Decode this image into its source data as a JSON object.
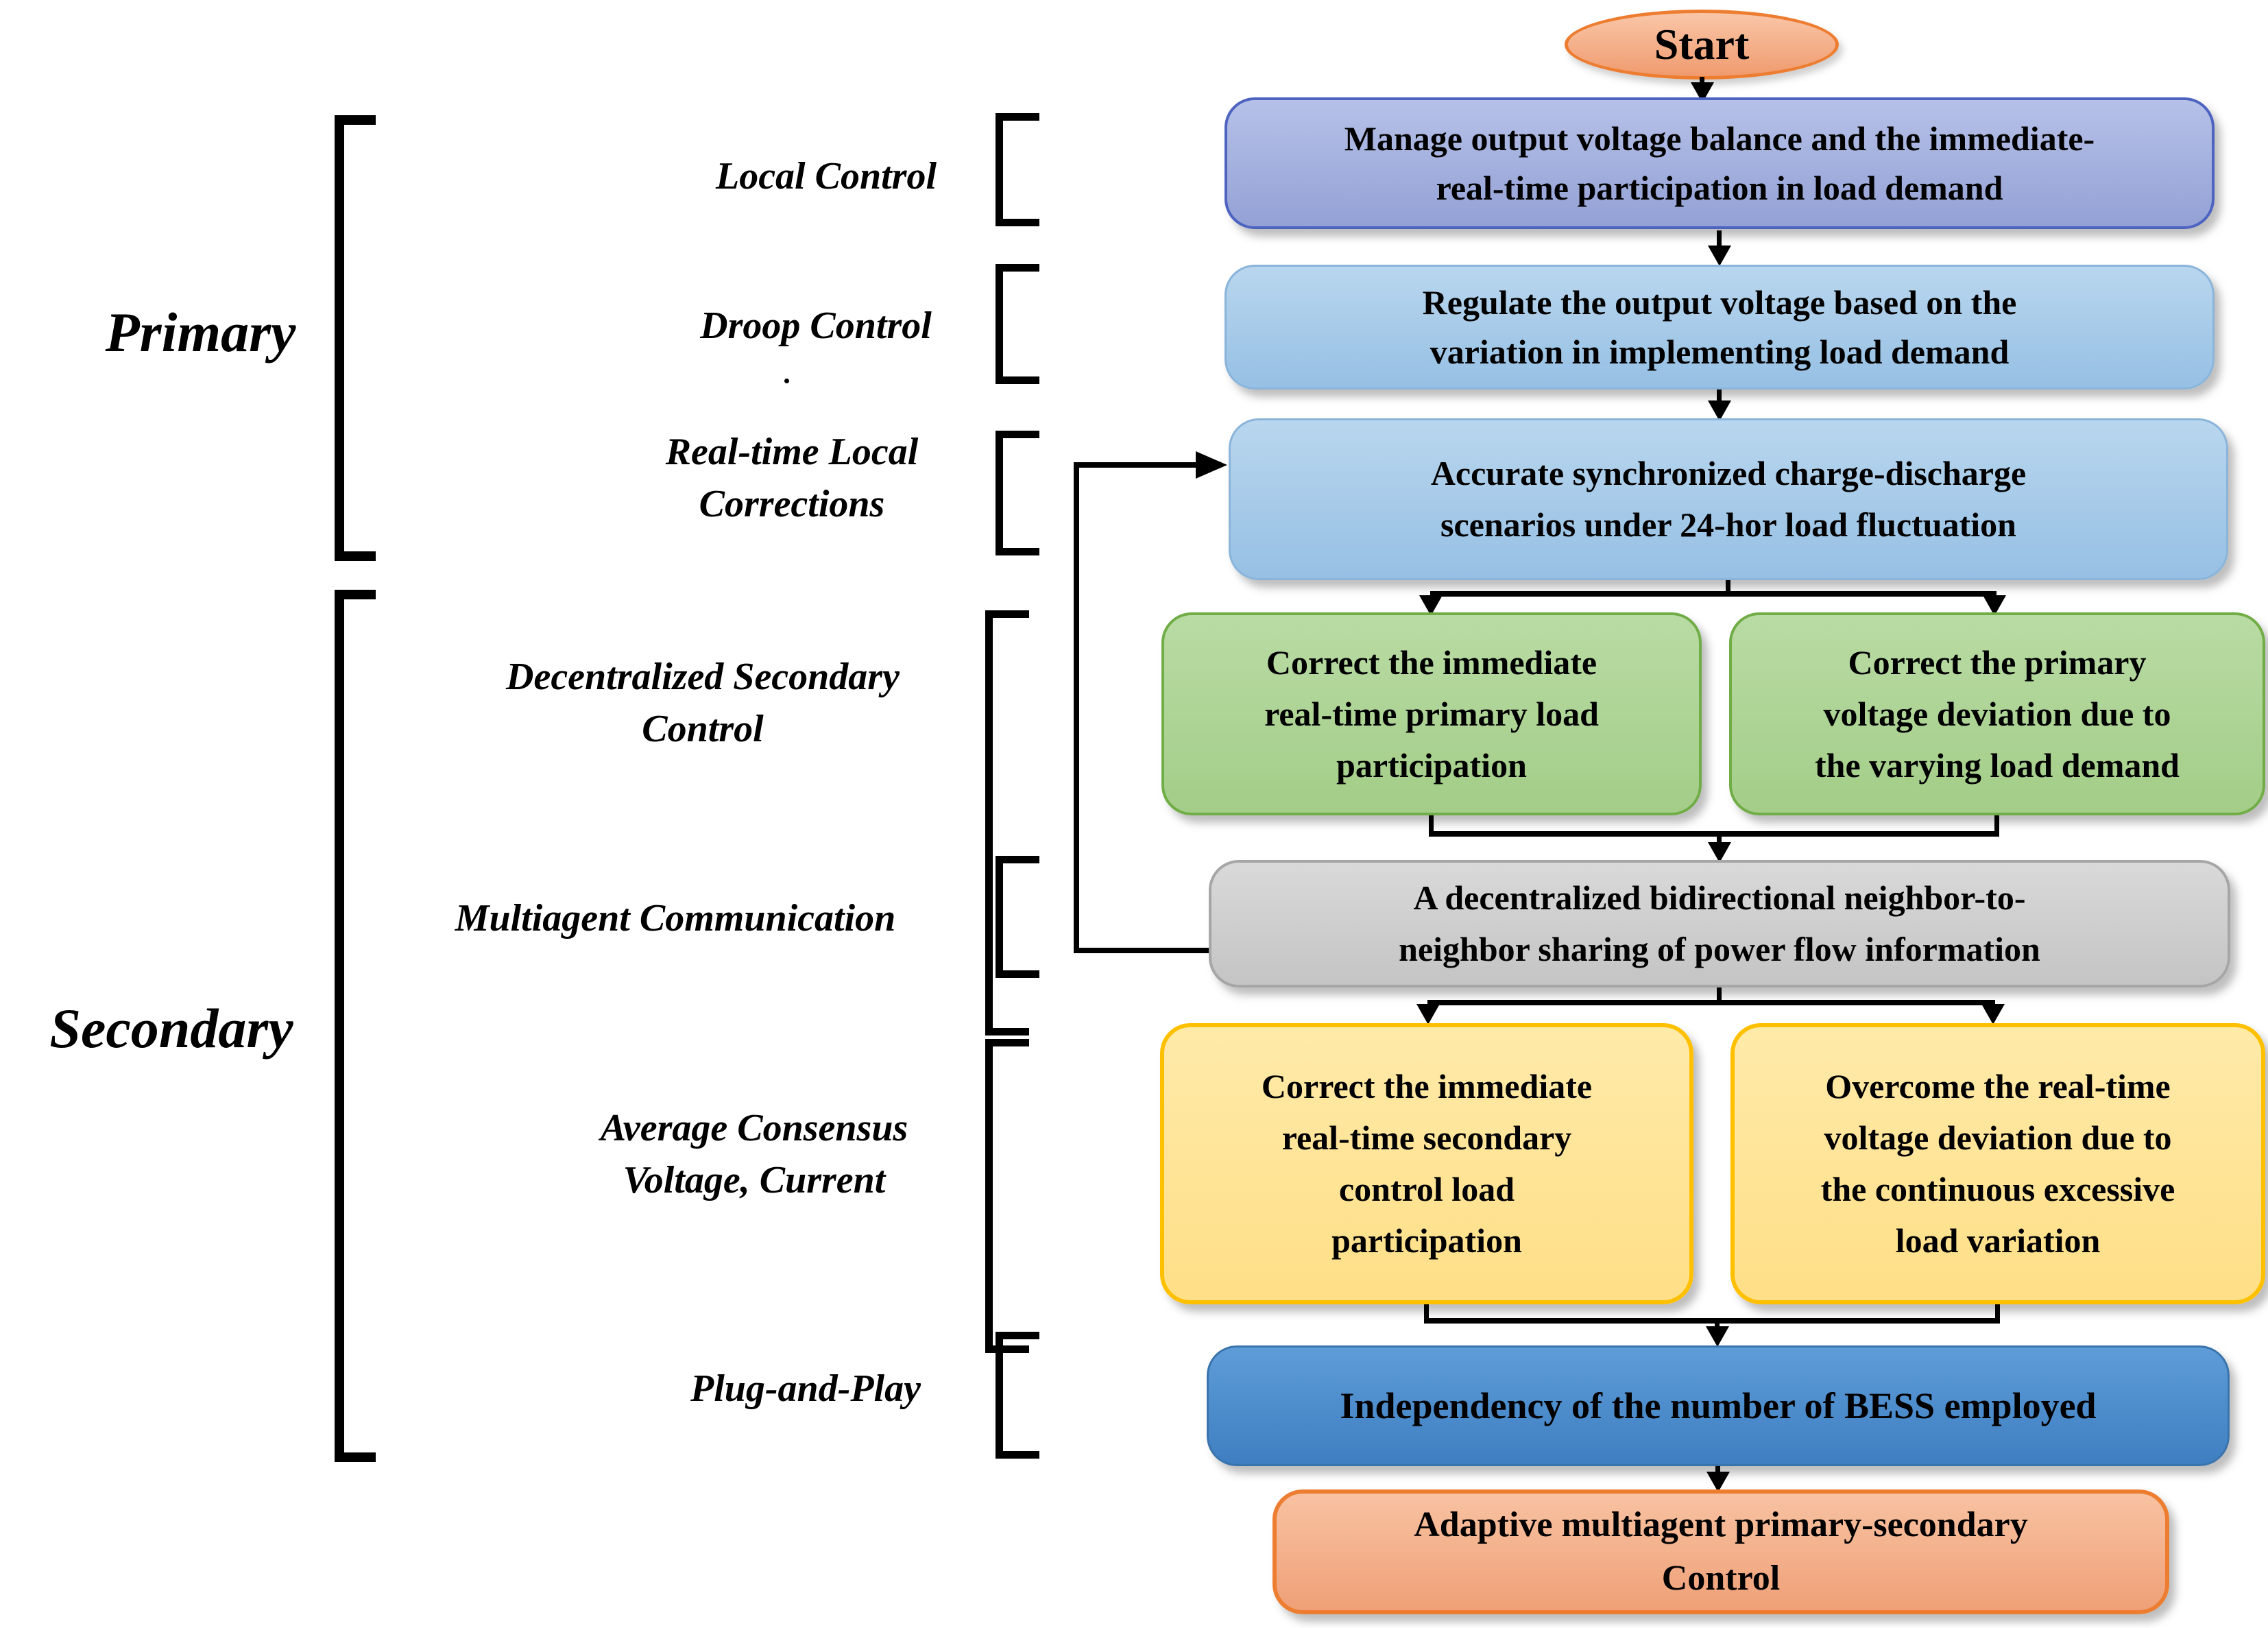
{
  "left_panel": {
    "group_labels": [
      {
        "label": "Primary"
      },
      {
        "label": "Secondary"
      }
    ],
    "row_labels": [
      "Local Control",
      "Droop Control",
      "Real-time Local\nCorrections",
      "Decentralized Secondary\nControl",
      "Multiagent Communication",
      "Average Consensus\nVoltage, Current",
      "Plug-and-Play"
    ]
  },
  "flow": {
    "start_label": "Start",
    "manage_box": "Manage output voltage balance and the immediate-\nreal-time participation in load demand",
    "regulate_box": "Regulate the output voltage based on the\nvariation in implementing load demand",
    "accurate_box": "Accurate synchronized charge-discharge\nscenarios under 24-hor load fluctuation",
    "correct_primary_load_box": "Correct the immediate\nreal-time primary load\nparticipation",
    "correct_primary_voltage_box": "Correct the primary\nvoltage deviation due to\nthe varying load demand",
    "neighbor_sharing_box": "A decentralized bidirectional neighbor-to-\nneighbor sharing of power flow information",
    "correct_secondary_load_box": "Correct the immediate\nreal-time secondary\ncontrol load\nparticipation",
    "overcome_voltage_box": "Overcome the real-time\nvoltage deviation due to\nthe continuous excessive\nload variation",
    "independency_box": "Independency of the number of BESS employed",
    "adaptive_box": "Adaptive multiagent primary-secondary\nControl"
  },
  "colors": {
    "start_fill": "#f5ab85",
    "start_border": "#ed7d31",
    "manage_fill": "#a3afdc",
    "manage_border": "#4d63c0",
    "light_blue_fill": "#a5c9e8",
    "light_blue_border": "#8ab4da",
    "green_fill": "#a9d18e",
    "green_border": "#70ad47",
    "gray_fill": "#cecece",
    "gray_border": "#a6a6a6",
    "yellow_fill": "#ffe699",
    "yellow_border": "#ffc000",
    "blue_fill": "#4a8bce",
    "blue_border": "#3a74ad",
    "orange_fill": "#f4ad87",
    "orange_border": "#ed7d31",
    "connector_color": "#000000"
  }
}
